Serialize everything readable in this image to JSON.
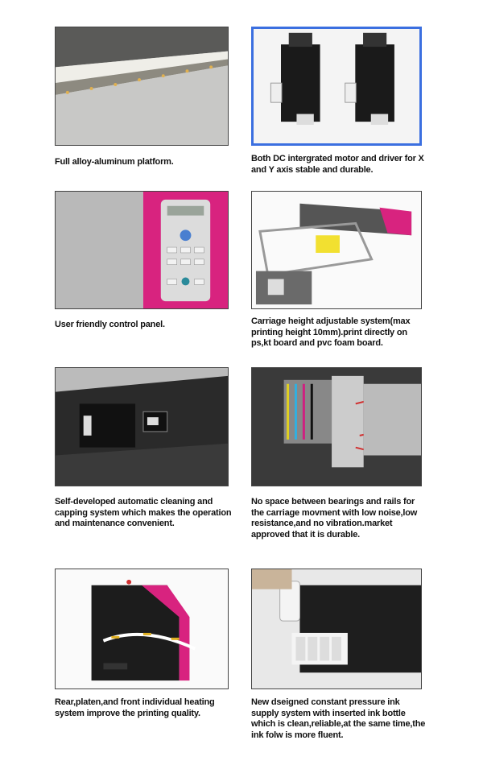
{
  "features": [
    {
      "caption": "Full alloy-aluminum platform."
    },
    {
      "caption": "Both DC intergrated motor and driver for X and Y axis stable and durable."
    },
    {
      "caption": "User friendly control panel."
    },
    {
      "caption": "Carriage height adjustable system(max printing height 10mm).print directly on ps,kt board and pvc foam board."
    },
    {
      "caption": "Self-developed automatic cleaning and capping system which makes the operation and maintenance convenient."
    },
    {
      "caption": "No space between bearings and rails for the carriage movment with low noise,low resistance,and no vibration.market approved that it is durable."
    },
    {
      "caption": "Rear,platen,and front individual heating system improve the printing quality."
    },
    {
      "caption": "New dseigned constant pressure ink supply system with inserted ink bottle which is clean,reliable,at the same time,the ink folw is more fluent."
    }
  ],
  "colors": {
    "magenta": "#d8237f",
    "frame_blue": "#3b6fe0"
  }
}
